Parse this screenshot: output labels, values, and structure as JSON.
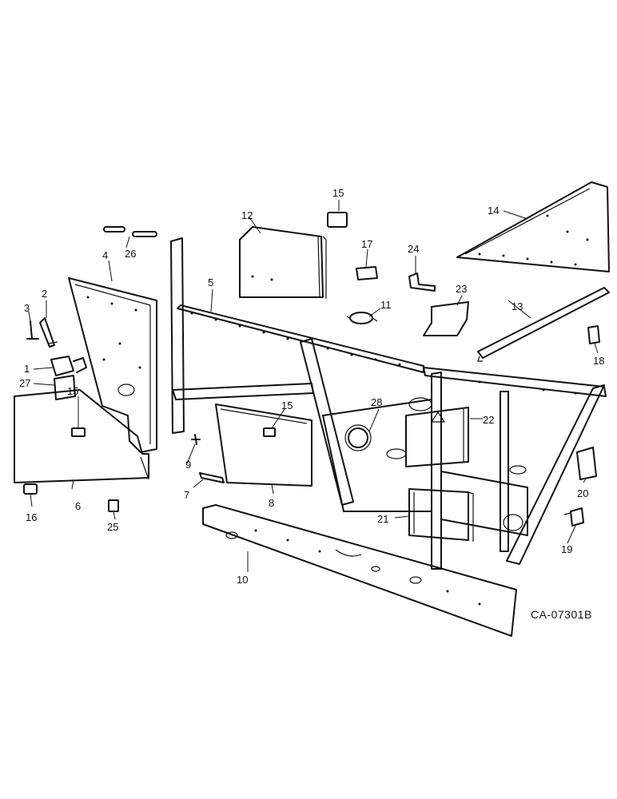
{
  "drawing_code": "CA-07301B",
  "callouts": [
    "1",
    "2",
    "3",
    "4",
    "5",
    "6",
    "7",
    "8",
    "9",
    "10",
    "11",
    "12",
    "13",
    "14",
    "15",
    "15",
    "15",
    "16",
    "17",
    "18",
    "19",
    "20",
    "21",
    "22",
    "23",
    "24",
    "25",
    "26",
    "27",
    "28"
  ],
  "colors": {
    "ink": "#111111",
    "paper": "#ffffff"
  }
}
